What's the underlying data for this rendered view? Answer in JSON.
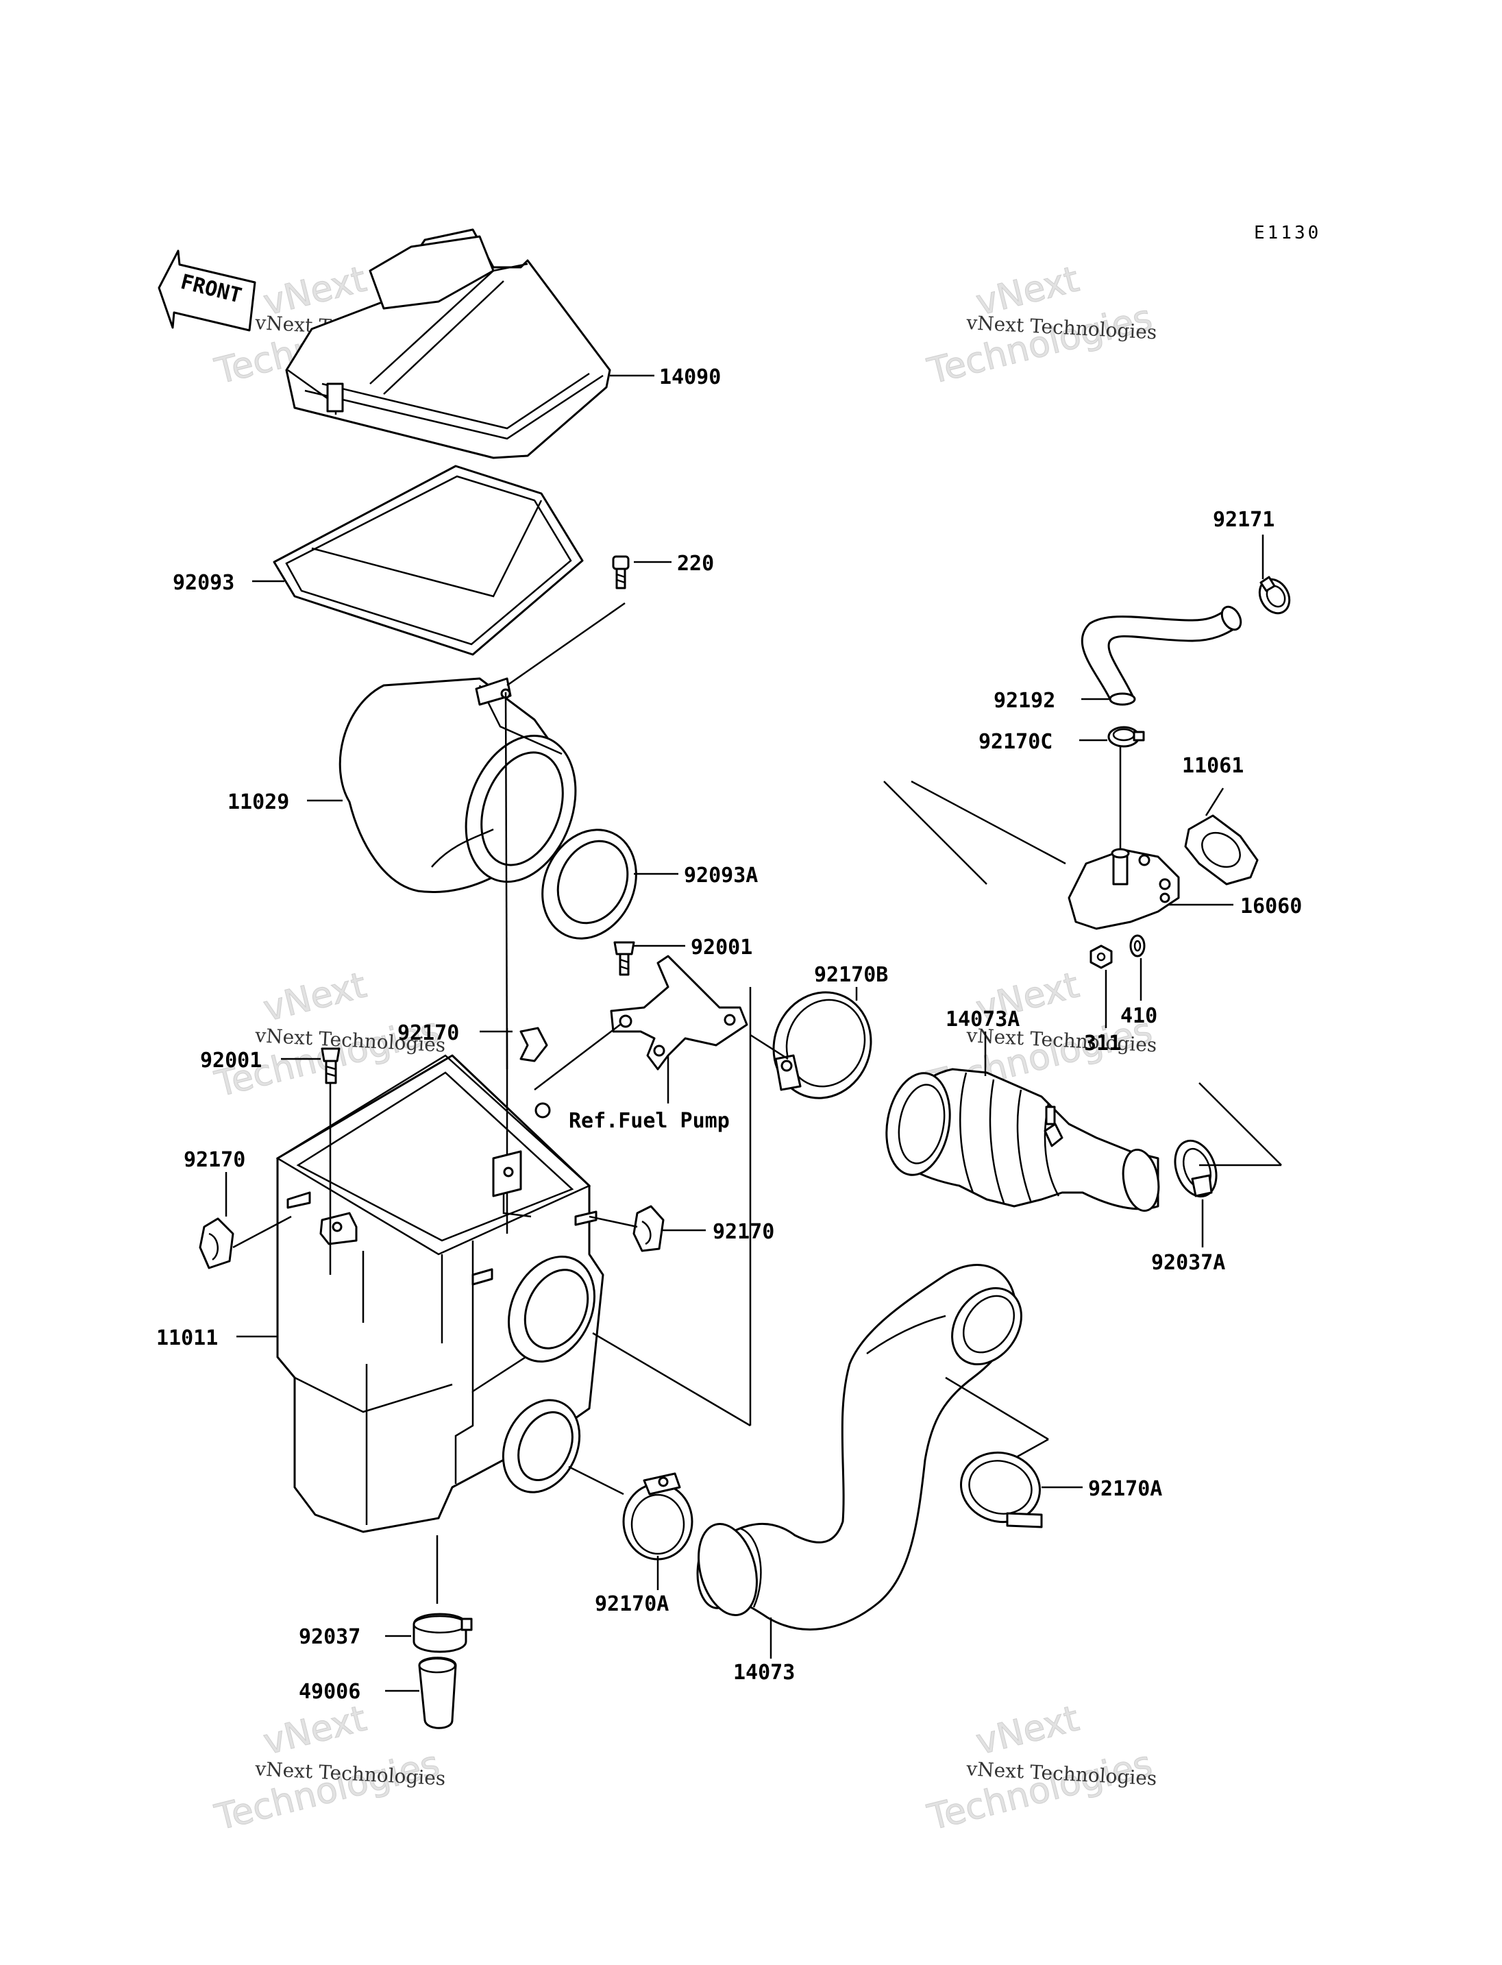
{
  "diagram_code": "E1130",
  "orientation_label": "FRONT",
  "watermark": {
    "line1": "vNext Technologies",
    "big_top": "vNext",
    "big_bottom": "Technologies"
  },
  "reference_note": "Ref.Fuel Pump",
  "callouts": [
    {
      "id": "c14090",
      "text": "14090"
    },
    {
      "id": "c92093",
      "text": "92093"
    },
    {
      "id": "c220",
      "text": "220"
    },
    {
      "id": "c11029",
      "text": "11029"
    },
    {
      "id": "c92093a",
      "text": "92093A"
    },
    {
      "id": "c92001a",
      "text": "92001"
    },
    {
      "id": "c92001b",
      "text": "92001"
    },
    {
      "id": "c92170b",
      "text": "92170B"
    },
    {
      "id": "c92170top",
      "text": "92170"
    },
    {
      "id": "c92170left",
      "text": "92170"
    },
    {
      "id": "c92170right",
      "text": "92170"
    },
    {
      "id": "c11011",
      "text": "11011"
    },
    {
      "id": "c92037",
      "text": "92037"
    },
    {
      "id": "c49006",
      "text": "49006"
    },
    {
      "id": "c92170a1",
      "text": "92170A"
    },
    {
      "id": "c14073",
      "text": "14073"
    },
    {
      "id": "c92170a2",
      "text": "92170A"
    },
    {
      "id": "c14073a",
      "text": "14073A"
    },
    {
      "id": "c311",
      "text": "311"
    },
    {
      "id": "c410",
      "text": "410"
    },
    {
      "id": "c92037a",
      "text": "92037A"
    },
    {
      "id": "c16060",
      "text": "16060"
    },
    {
      "id": "c11061",
      "text": "11061"
    },
    {
      "id": "c92170c",
      "text": "92170C"
    },
    {
      "id": "c92192",
      "text": "92192"
    },
    {
      "id": "c92171",
      "text": "92171"
    }
  ]
}
